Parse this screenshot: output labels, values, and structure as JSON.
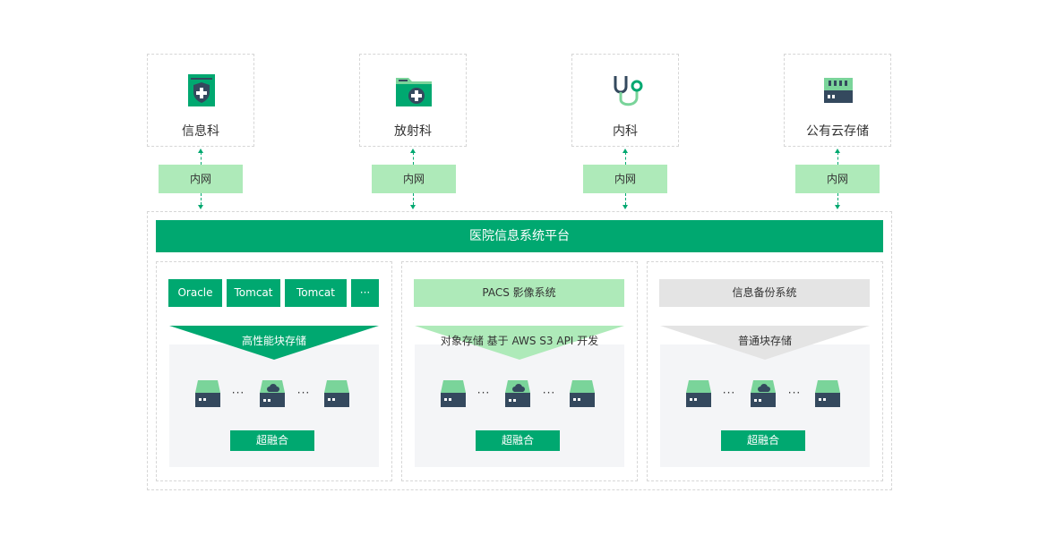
{
  "departments": [
    {
      "label": "信息科",
      "icon": "shield-cross-icon"
    },
    {
      "label": "放射科",
      "icon": "medical-folder-icon"
    },
    {
      "label": "内科",
      "icon": "stethoscope-icon"
    },
    {
      "label": "公有云存储",
      "icon": "storage-device-icon"
    }
  ],
  "network_label": "内网",
  "platform": {
    "title": "医院信息系统平台",
    "columns": [
      {
        "chips": [
          "Oracle",
          "Tomcat",
          "Tomcat",
          "···"
        ],
        "storage_label": "高性能块存储",
        "fusion_label": "超融合"
      },
      {
        "system_label": "PACS 影像系统",
        "storage_label": "对象存储 基于 AWS S3 API 开发",
        "fusion_label": "超融合"
      },
      {
        "system_label": "信息备份系统",
        "storage_label": "普通块存储",
        "fusion_label": "超融合"
      }
    ],
    "ellipsis": "···"
  },
  "colors": {
    "primary": "#00a870",
    "light_green": "#aeeab9",
    "server_top": "#7ad49a",
    "server_body": "#34495e",
    "gray": "#e4e4e4"
  }
}
